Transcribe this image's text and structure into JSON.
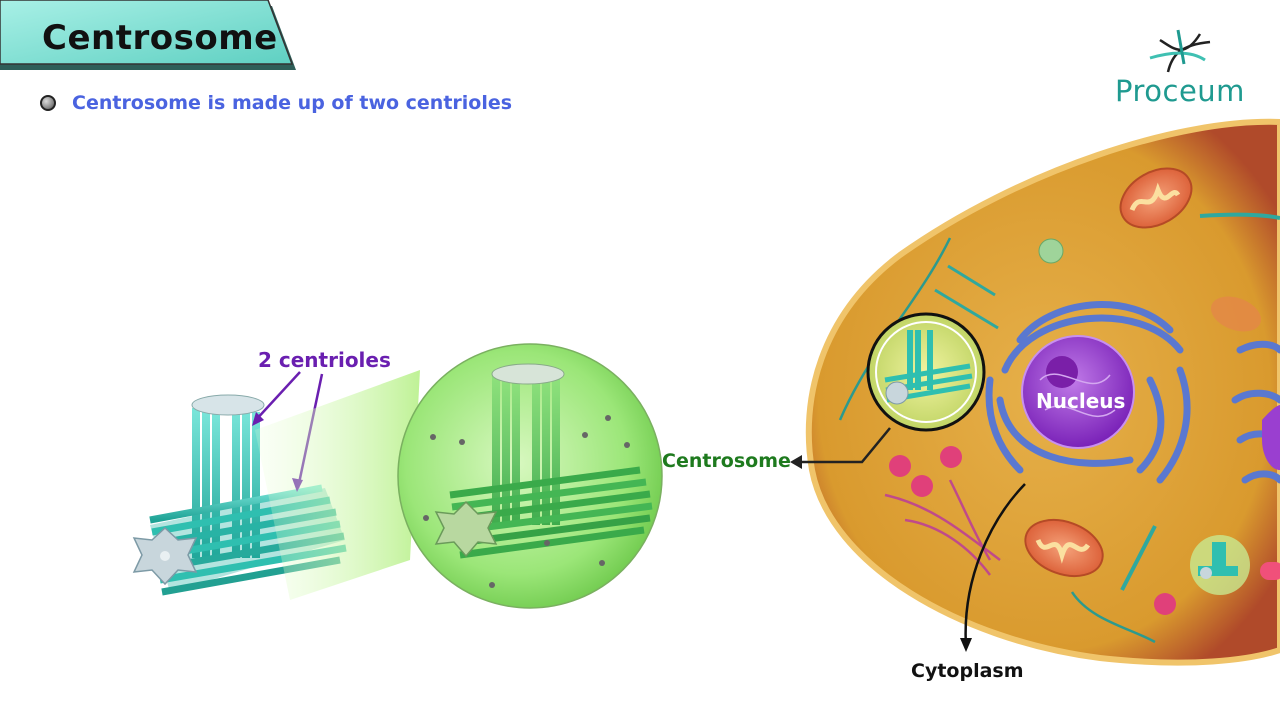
{
  "title": "Centrosome",
  "bullet": "Centrosome is made up of two centrioles",
  "logo": {
    "name": "Proceum"
  },
  "labels": {
    "centrioles": "2 centrioles",
    "centrosome": "Centrosome",
    "nucleus": "Nucleus",
    "cytoplasm": "Cytoplasm"
  },
  "colors": {
    "title_banner": "#7fe0d4",
    "bullet_text": "#4a63e0",
    "centriole_label": "#6a1fb0",
    "centrosome_label": "#1e7a1e",
    "microtubule": "#2fbfb0",
    "sphere": "#8fe070",
    "cytoplasm": "#e0a83a",
    "nucleus": "#9a3fd0",
    "er": "#5a78d0",
    "mitochondria": "#e0704a",
    "logo": "#1f9a90"
  }
}
